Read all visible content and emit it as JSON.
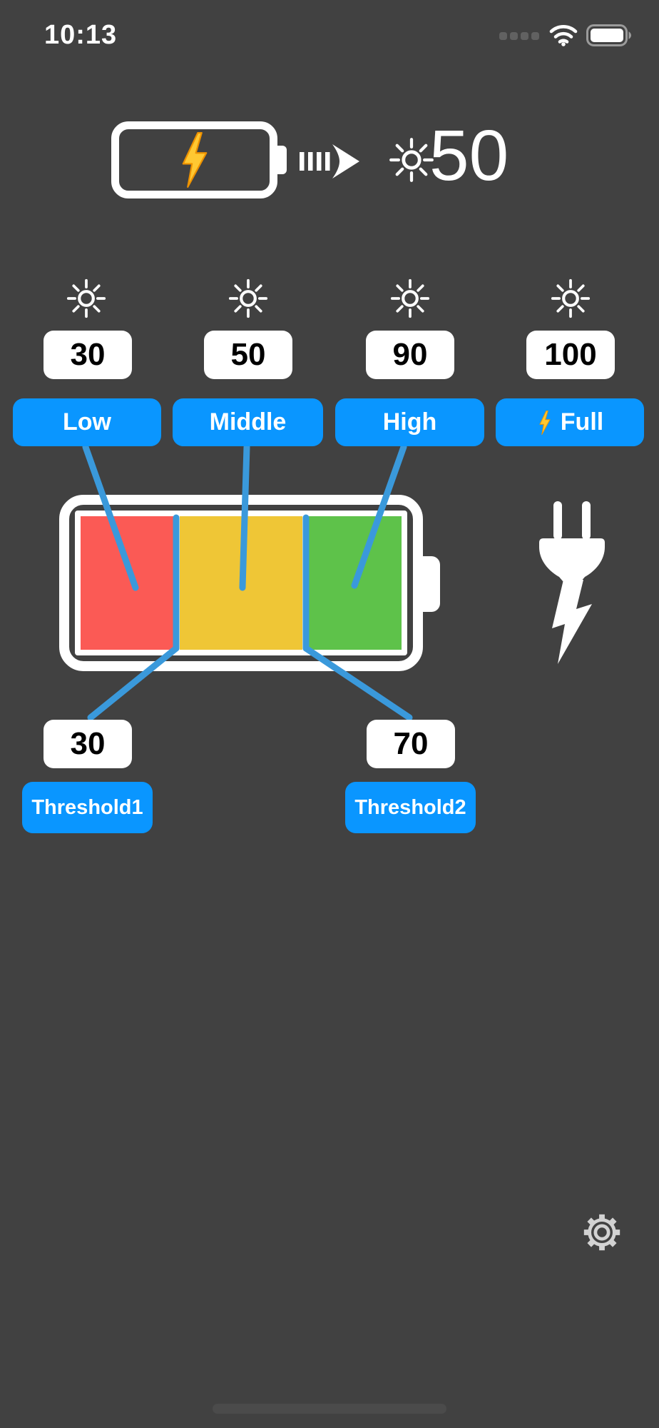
{
  "status_bar": {
    "time": "10:13",
    "icons": {
      "cellular": "cellular-dots-icon",
      "wifi": "wifi-icon",
      "battery": "battery-full-icon"
    }
  },
  "hero": {
    "battery_icon": "battery-charging-icon",
    "bolt_icon": "lightning-bolt-icon",
    "arrow_icon": "arrow-right-icon",
    "brightness_icon": "brightness-sun-icon",
    "brightness_value": "50"
  },
  "presets": {
    "columns": [
      {
        "icon": "brightness-sun-icon",
        "value": "30",
        "label": "Low"
      },
      {
        "icon": "brightness-sun-icon",
        "value": "50",
        "label": "Middle"
      },
      {
        "icon": "brightness-sun-icon",
        "value": "90",
        "label": "High"
      },
      {
        "icon": "brightness-sun-icon",
        "value": "100",
        "label": "Full",
        "label_icon": "lightning-bolt-icon"
      }
    ]
  },
  "battery_gauge": {
    "segments": [
      {
        "name": "low",
        "color": "#fb5a55"
      },
      {
        "name": "middle",
        "color": "#efc636"
      },
      {
        "name": "high",
        "color": "#5ec24a"
      }
    ],
    "plug_icon": "power-plug-bolt-icon"
  },
  "thresholds": [
    {
      "value": "30",
      "label": "Threshold1"
    },
    {
      "value": "70",
      "label": "Threshold2"
    }
  ],
  "footer": {
    "settings_icon": "gear-icon"
  },
  "colors": {
    "bg": "#414141",
    "accent": "#0a96ff",
    "line": "#3a99db",
    "seg-low": "#fb5a55",
    "seg-mid": "#efc636",
    "seg-high": "#5ec24a"
  }
}
